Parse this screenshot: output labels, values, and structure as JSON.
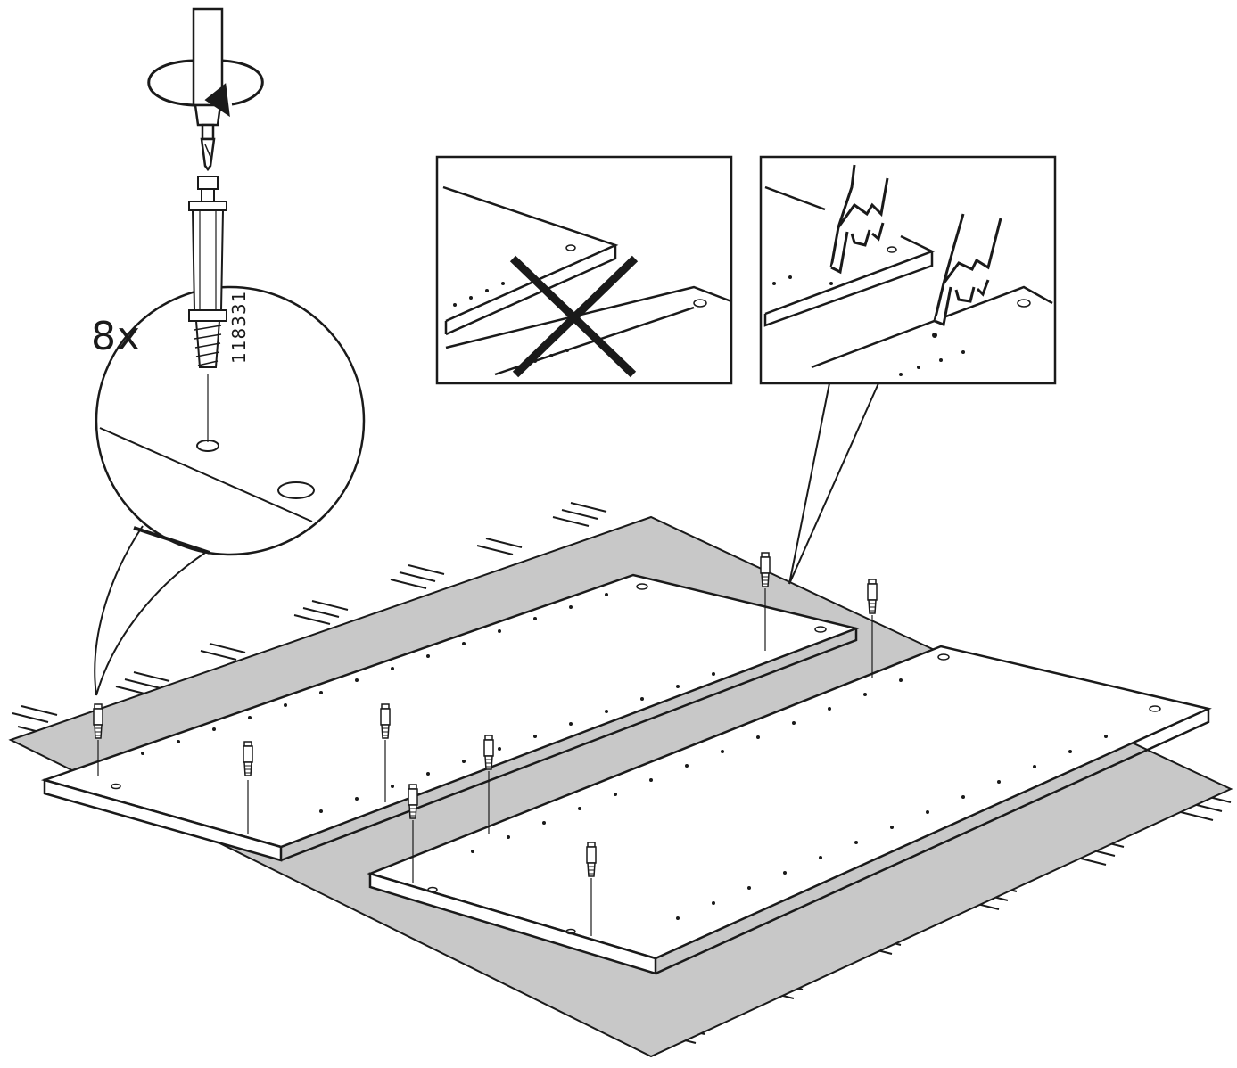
{
  "instruction": {
    "quantity_label": "8x",
    "part_number": "118331"
  },
  "colors": {
    "line": "#1a1a1a",
    "floor": "#c8c8c8",
    "panel": "#ffffff",
    "background": "#ffffff"
  },
  "icons": {
    "rotation": "rotate-clockwise-arrow-icon",
    "screwdriver": "screwdriver-icon",
    "wrong": "cross-mark-icon",
    "hand": "pointing-hand-icon"
  },
  "panels": {
    "wrong_example": "wrong-flush-alignment",
    "right_example": "correct-hand-press-alignment"
  }
}
